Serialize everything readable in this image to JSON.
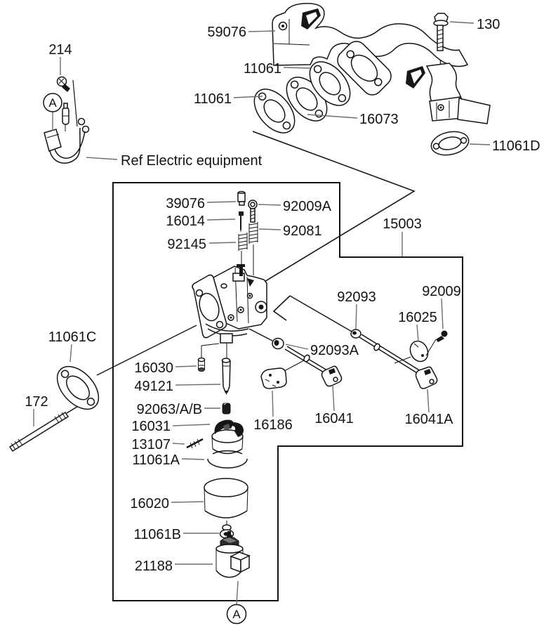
{
  "diagram": {
    "type": "exploded-parts-diagram",
    "note_ref_electric": "Ref Electric equipment",
    "marker_a_top": "A",
    "marker_a_bottom": "A",
    "labels": {
      "p214": "214",
      "p59076": "59076",
      "p130": "130",
      "p11061_upper": "11061",
      "p11061_lower": "11061",
      "p16073": "16073",
      "p11061D": "11061D",
      "p39076": "39076",
      "p92009A": "92009A",
      "p16014": "16014",
      "p92081": "92081",
      "p92145": "92145",
      "p15003": "15003",
      "p92093": "92093",
      "p92009": "92009",
      "p16025": "16025",
      "p92093A": "92093A",
      "p11061C": "11061C",
      "p172": "172",
      "p16030": "16030",
      "p49121": "49121",
      "p92063": "92063/A/B",
      "p16031": "16031",
      "p13107": "13107",
      "p11061A": "11061A",
      "p16186": "16186",
      "p16041": "16041",
      "p16041A": "16041A",
      "p16020": "16020",
      "p11061B": "11061B",
      "p21188": "21188"
    }
  }
}
